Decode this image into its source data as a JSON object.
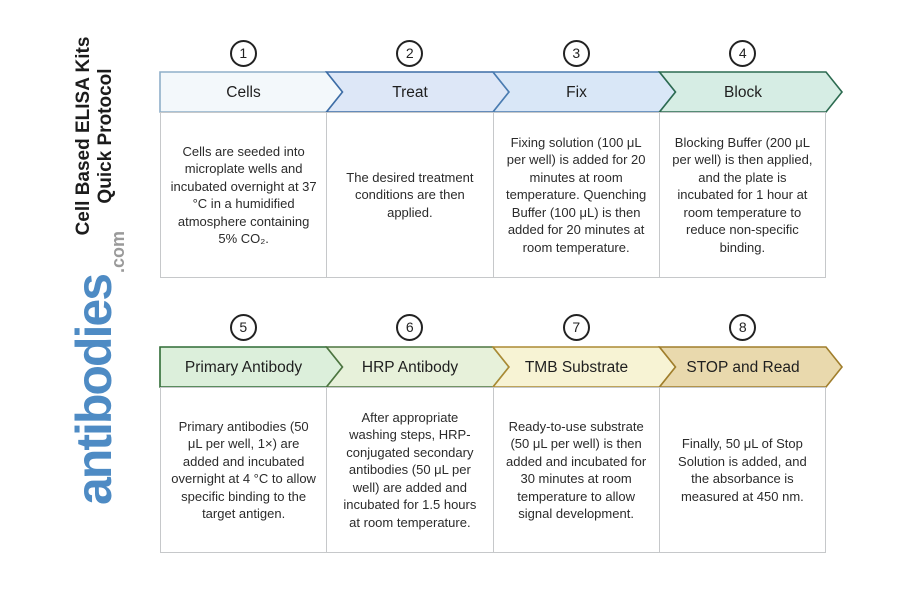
{
  "sidebar": {
    "title_line1": "Cell Based ELISA Kits",
    "title_line2": "Quick Protocol",
    "logo_text": "antibodies",
    "logo_suffix": ".com",
    "logo_color": "#4e8bc4",
    "logo_suffix_color": "#9a9a9a"
  },
  "steps": [
    {
      "number": "1",
      "label": "Cells",
      "description": "Cells are seeded into microplate wells and incubated overnight at 37 °C in a humidified atmosphere containing 5% CO₂.",
      "fill": "#f3f8fb",
      "border": "#8fafc9"
    },
    {
      "number": "2",
      "label": "Treat",
      "description": "The desired treatment conditions are then applied.",
      "fill": "#dde7f7",
      "border": "#3d6da6"
    },
    {
      "number": "3",
      "label": "Fix",
      "description": "Fixing solution (100 μL per well) is added for 20 minutes at room temperature. Quenching Buffer (100 μL) is then added for 20 minutes at room temperature.",
      "fill": "#d9e7f7",
      "border": "#4a7cb1"
    },
    {
      "number": "4",
      "label": "Block",
      "description": "Blocking Buffer (200 μL per well) is then applied, and the plate is incubated for 1 hour at room temperature to reduce non-specific binding.",
      "fill": "#d6ede4",
      "border": "#2c6b50"
    },
    {
      "number": "5",
      "label": "Primary Antibody",
      "description": "Primary antibodies (50 μL per well, 1×) are added and incubated overnight at 4 °C to allow specific binding to the target antigen.",
      "fill": "#dcefdb",
      "border": "#2f6b35"
    },
    {
      "number": "6",
      "label": "HRP Antibody",
      "description": "After appropriate washing steps, HRP-conjugated secondary antibodies (50 μL per well) are added and incubated for 1.5 hours at room temperature.",
      "fill": "#e7f1da",
      "border": "#4d7540"
    },
    {
      "number": "7",
      "label": "TMB Substrate",
      "description": "Ready-to-use substrate (50 μL per well) is then added and incubated for 30 minutes at room temperature to allow signal development.",
      "fill": "#f7f3d4",
      "border": "#ab8a33"
    },
    {
      "number": "8",
      "label": "STOP and Read",
      "description": "Finally, 50 μL of Stop Solution is added, and the absorbance is measured at 450 nm.",
      "fill": "#e9d9ad",
      "border": "#a07e2c"
    }
  ]
}
